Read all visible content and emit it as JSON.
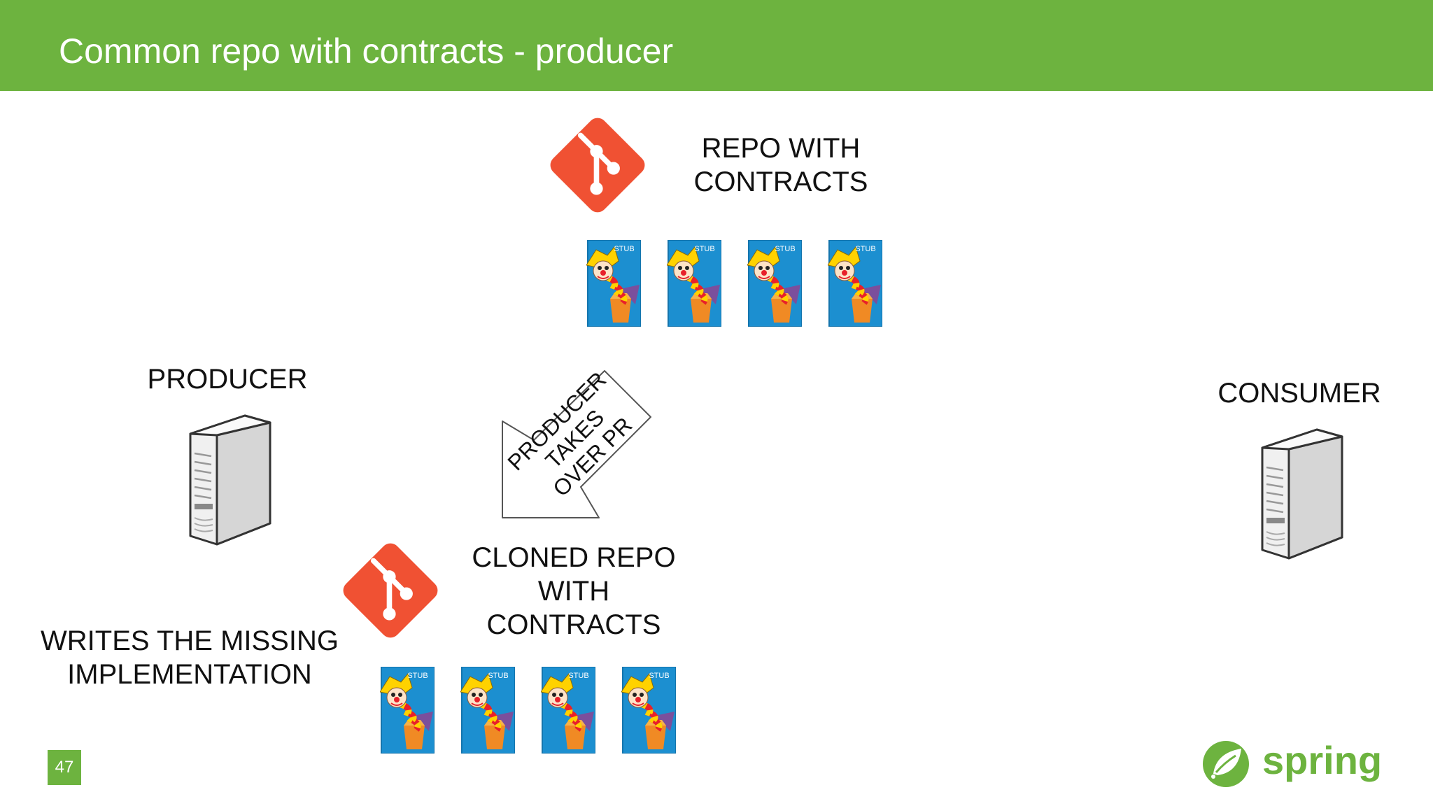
{
  "slide": {
    "title": "Common repo with contracts - producer",
    "number": "47",
    "brand_color": "#6db33f",
    "logo_text": "spring"
  },
  "repo": {
    "label_line1": "REPO WITH",
    "label_line2": "CONTRACTS",
    "icon": "git-logo-icon"
  },
  "cloned_repo": {
    "label_line1": "CLONED REPO",
    "label_line2": "WITH",
    "label_line3": "CONTRACTS",
    "icon": "git-logo-icon"
  },
  "stub_label": "STUB",
  "producer": {
    "label": "PRODUCER",
    "icon": "server-icon"
  },
  "consumer": {
    "label": "CONSUMER",
    "icon": "server-icon"
  },
  "producer_action": {
    "line1": "WRITES THE MISSING",
    "line2": "IMPLEMENTATION"
  },
  "arrow": {
    "line1": "PRODUCER",
    "line2": "TAKES",
    "line3": "OVER PR",
    "icon": "arrow-down-left-icon"
  },
  "colors": {
    "git": "#f05133",
    "stub_bg": "#1c8fd0",
    "header": "#6db33f"
  }
}
